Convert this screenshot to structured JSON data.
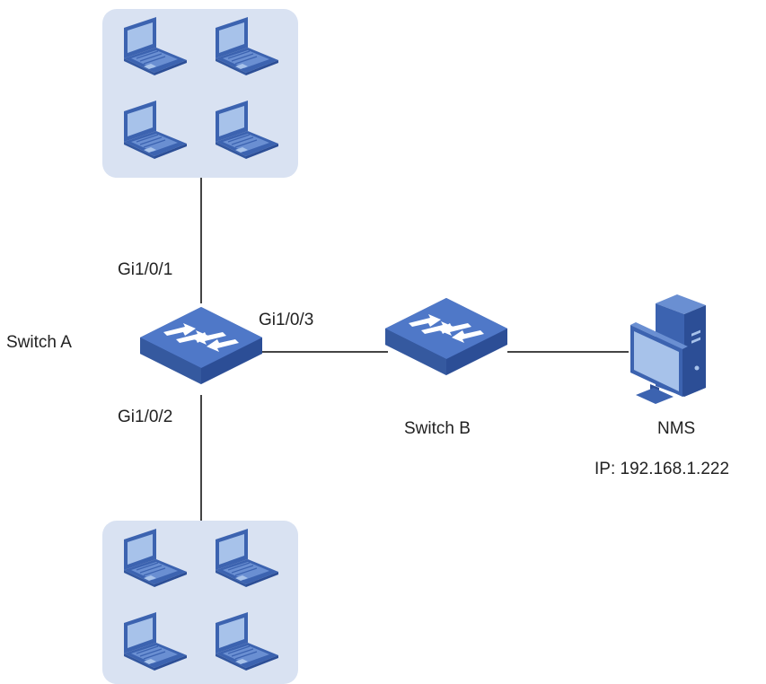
{
  "labels": {
    "switch_a": "Switch A",
    "switch_b": "Switch B",
    "port_1": "Gi1/0/1",
    "port_2": "Gi1/0/2",
    "port_3": "Gi1/0/3",
    "nms": "NMS",
    "nms_ip": "IP: 192.168.1.222"
  },
  "colors": {
    "group_background": "#d9e2f2",
    "device_blue": "#3c63b0",
    "device_light": "#6a8fd2",
    "screen": "#a7c2ea",
    "link_line": "#444444"
  },
  "icons": {
    "switch": "switch-icon",
    "laptop": "laptop-icon",
    "desktop": "desktop-computer-icon"
  }
}
